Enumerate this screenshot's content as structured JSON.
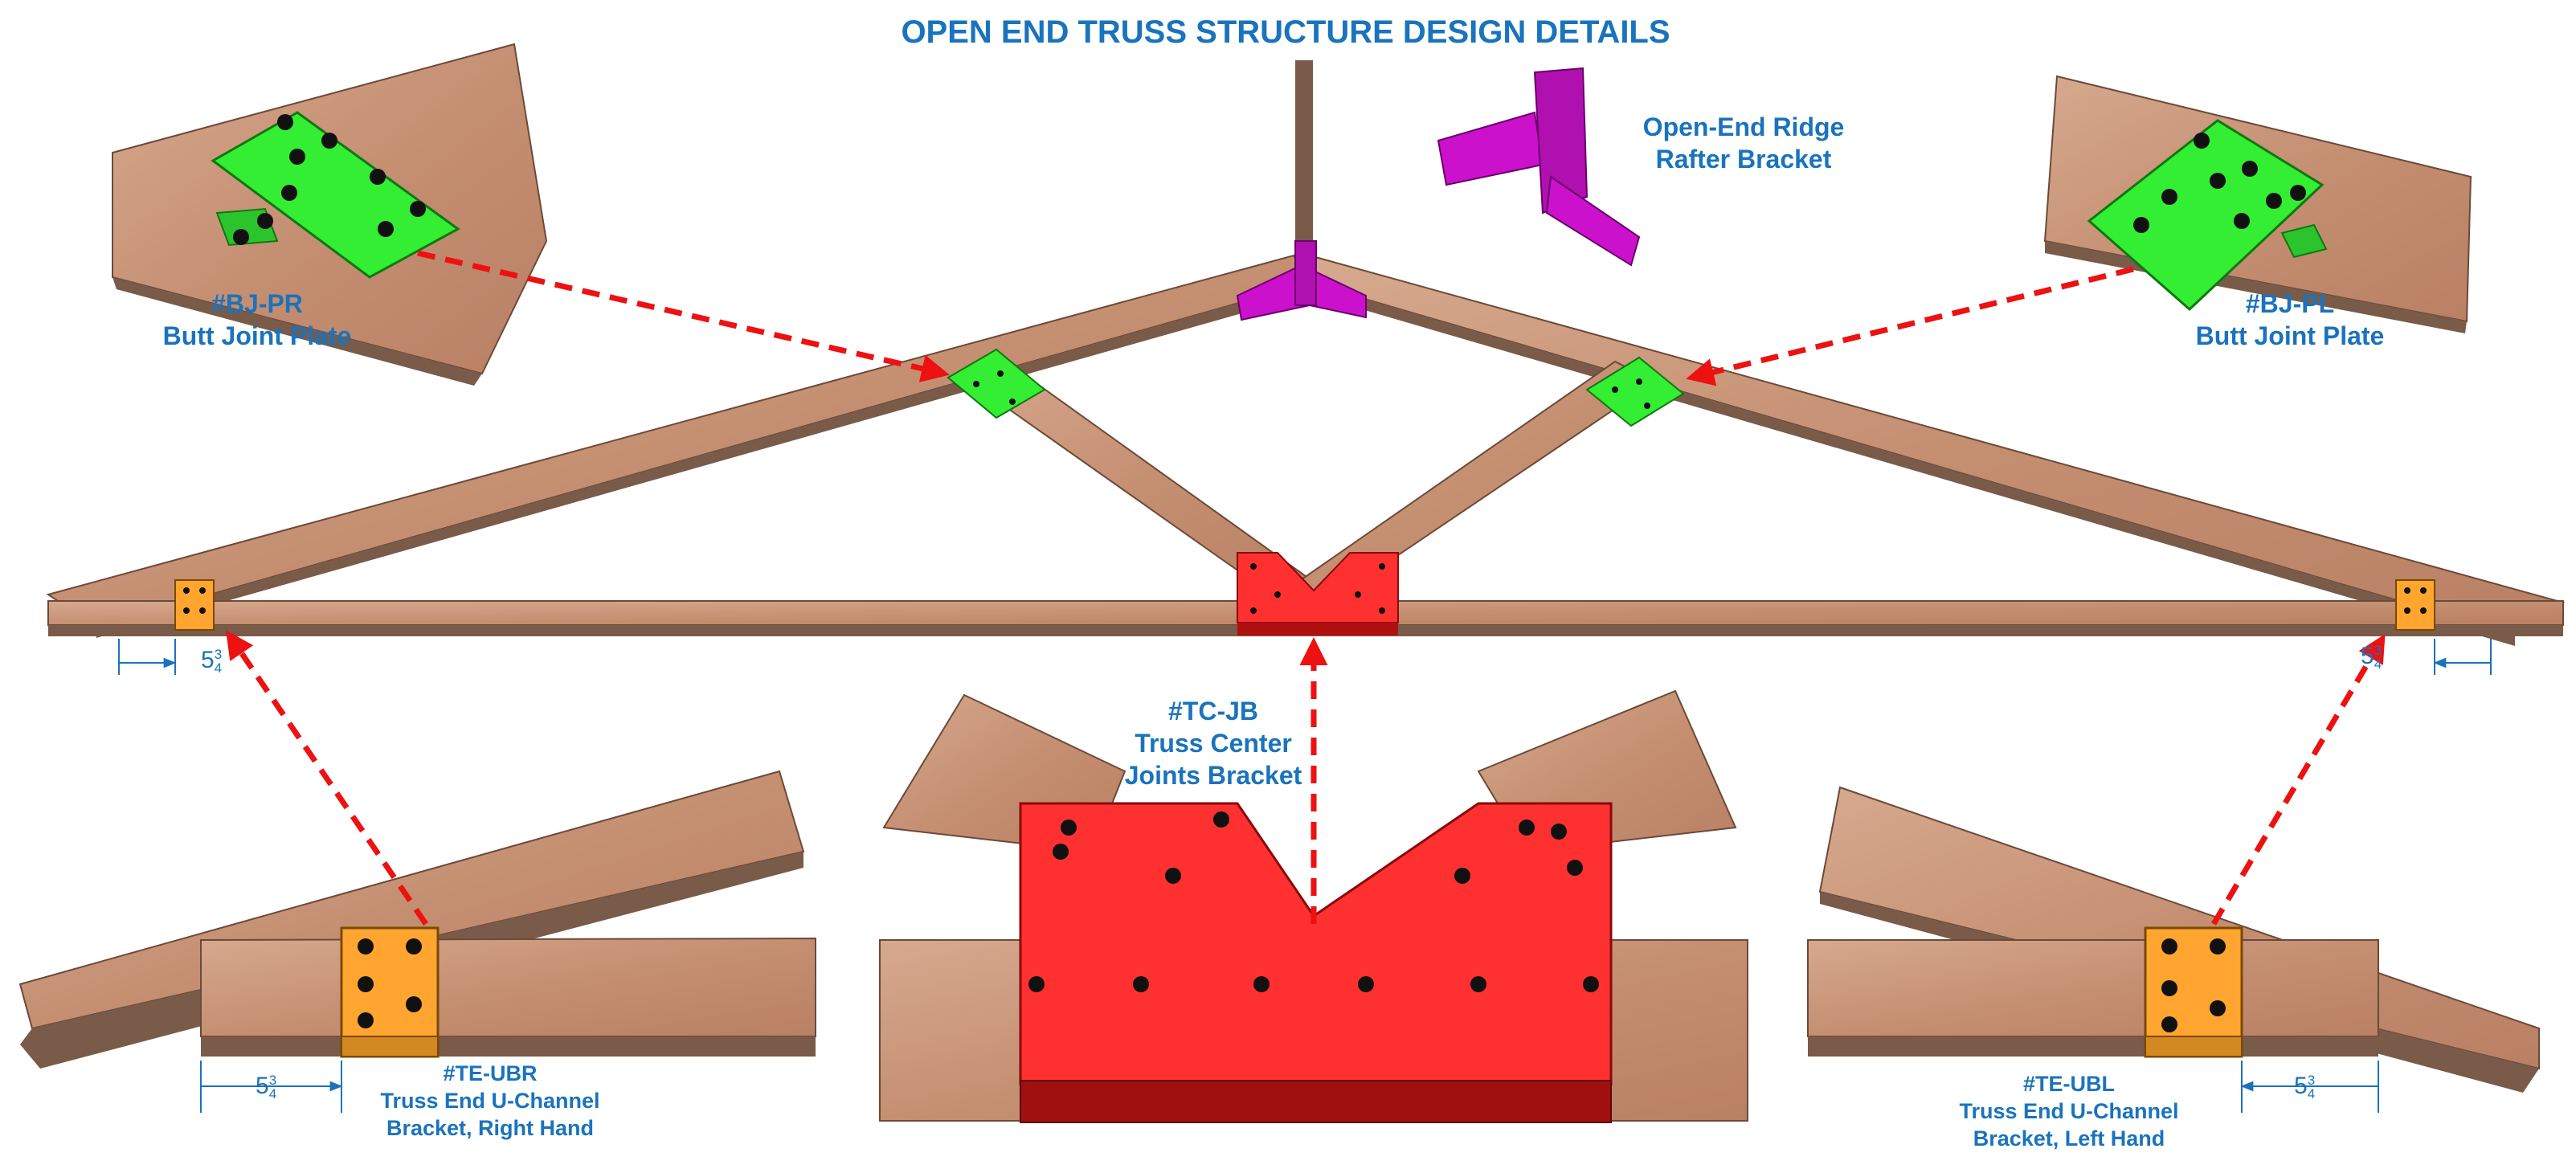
{
  "title": "OPEN END TRUSS STRUCTURE DESIGN DETAILS",
  "labels": {
    "ridge_bracket": {
      "line1": "Open-End Ridge",
      "line2": "Rafter Bracket"
    },
    "bj_pr": {
      "code": "#BJ-PR",
      "name": "Butt Joint Plate"
    },
    "bj_pl": {
      "code": "#BJ-PL",
      "name": "Butt Joint Plate"
    },
    "tc_jb": {
      "code": "#TC-JB",
      "line1": "Truss Center",
      "line2": "Joints Bracket"
    },
    "te_ubr": {
      "code": "#TE-UBR",
      "line1": "Truss End U-Channel",
      "line2": "Bracket, Right Hand"
    },
    "te_ubl": {
      "code": "#TE-UBL",
      "line1": "Truss End U-Channel",
      "line2": "Bracket, Left Hand"
    }
  },
  "dimension": {
    "whole": "5",
    "numerator": "3",
    "denominator": "4"
  },
  "colors": {
    "wood": "#c9957a",
    "wood_dark": "#7a5a48",
    "plate_green": "#33ee33",
    "bracket_red": "#ff3030",
    "bracket_red_dark": "#a01010",
    "bracket_orange": "#ffa530",
    "bracket_magenta": "#cc11cc",
    "arrow": "#ee1111",
    "text_blue": "#1a73bd"
  }
}
